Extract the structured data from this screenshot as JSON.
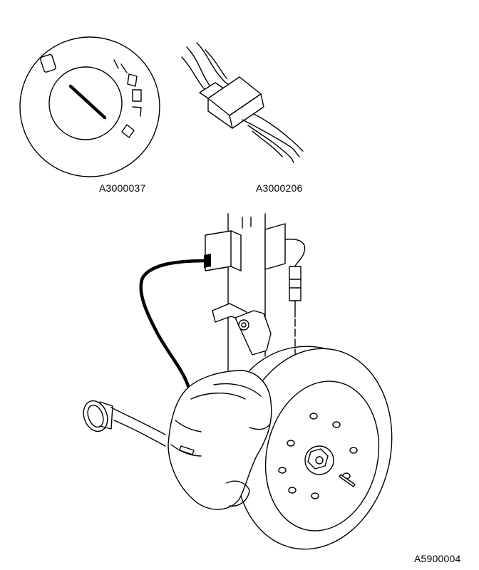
{
  "figures": {
    "ignition_switch": {
      "code": "A3000037"
    },
    "connector": {
      "code": "A3000206"
    },
    "brake_assembly": {
      "code": "A5900004"
    }
  },
  "colors": {
    "ink": "#000000",
    "paper": "#ffffff"
  }
}
